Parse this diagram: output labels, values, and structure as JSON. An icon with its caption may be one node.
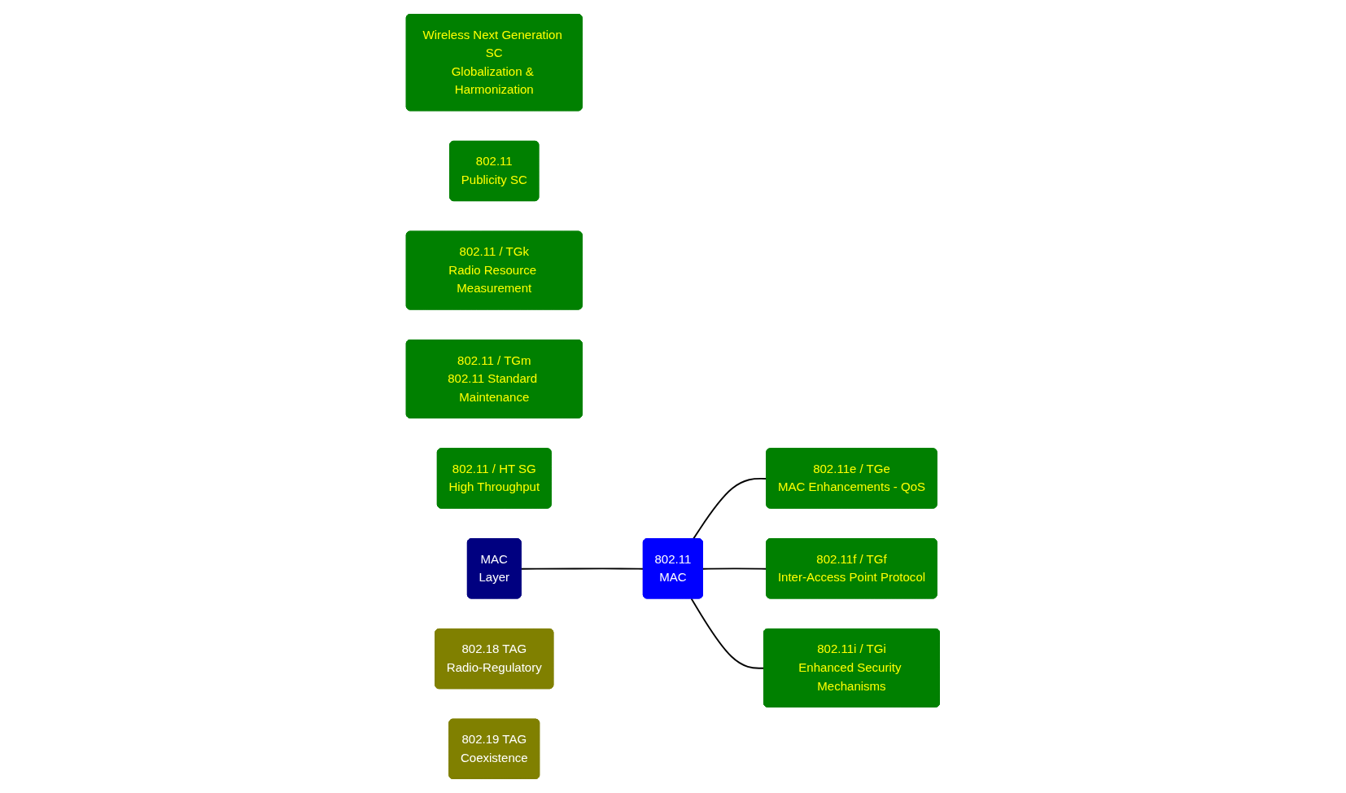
{
  "diagram": {
    "nodes": [
      {
        "text": [
          "Wireless Next Generation SC",
          "Globalization & Harmonization"
        ]
      },
      {
        "text": [
          "802.11",
          "Publicity SC"
        ]
      },
      {
        "text": [
          "802.11 / TGk",
          "Radio Resource Measurement"
        ]
      },
      {
        "text": [
          "802.11 / TGm",
          "802.11 Standard Maintenance"
        ]
      },
      {
        "text": [
          "802.11 / HT SG",
          "High Throughput"
        ]
      },
      {
        "text": [
          "MAC",
          "Layer"
        ]
      },
      {
        "text": [
          "802.11",
          "MAC"
        ]
      },
      {
        "text": [
          "802.11e / TGe",
          "MAC Enhancements - QoS"
        ]
      },
      {
        "text": [
          "802.11f / TGf",
          "Inter-Access Point Protocol"
        ]
      },
      {
        "text": [
          "802.18 TAG",
          "Radio-Regulatory"
        ]
      },
      {
        "text": [
          "802.11i / TGi",
          "Enhanced Security Mechanisms"
        ]
      },
      {
        "text": [
          "802.19 TAG",
          "Coexistence"
        ]
      }
    ],
    "edges": [
      {
        "from": 5,
        "to": 6,
        "arrow": "none"
      },
      {
        "from": 6,
        "to": 7,
        "arrow": "none"
      },
      {
        "from": 6,
        "to": 8,
        "arrow": "none"
      },
      {
        "from": 6,
        "to": 10,
        "arrow": "none"
      }
    ]
  }
}
